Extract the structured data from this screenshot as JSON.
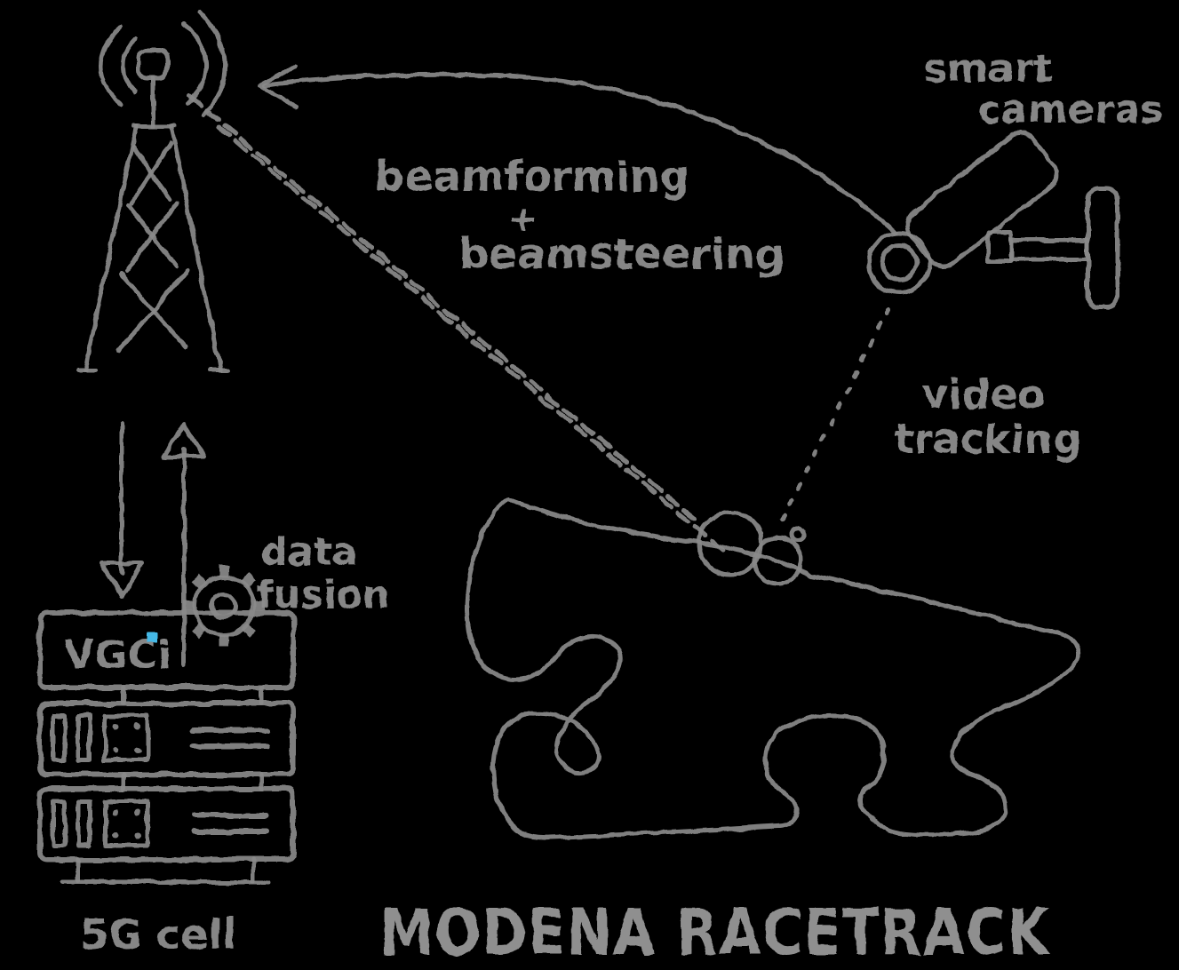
{
  "colors": {
    "background": "#000000",
    "ink": "#8a8a8a",
    "text": "#8d8d8d",
    "logo_blue": "#2356b4",
    "logo_cyan": "#45b8e6"
  },
  "labels": {
    "beamforming_line1": "beamforming",
    "beamforming_plus": "+",
    "beamforming_line2": "beamsteering",
    "smart_cameras_line1": "smart",
    "smart_cameras_line2": "cameras",
    "video_tracking_line1": "video",
    "video_tracking_line2": "tracking",
    "data_fusion_line1": "data",
    "data_fusion_line2": "fusion",
    "cell": "5G cell",
    "title": "MODENA RACETRACK",
    "logo": "VGCi"
  },
  "icons": {
    "tower": "5g-cell-tower",
    "signal": "radio-waves",
    "camera": "cctv-camera",
    "gear": "data-fusion-gear",
    "rack": "edge-server-rack",
    "vehicle": "motorcycle-on-track",
    "track": "modena-racetrack-outline",
    "beam": "dashed-beam-lines",
    "arrows": "uplink-downlink-arrows"
  }
}
